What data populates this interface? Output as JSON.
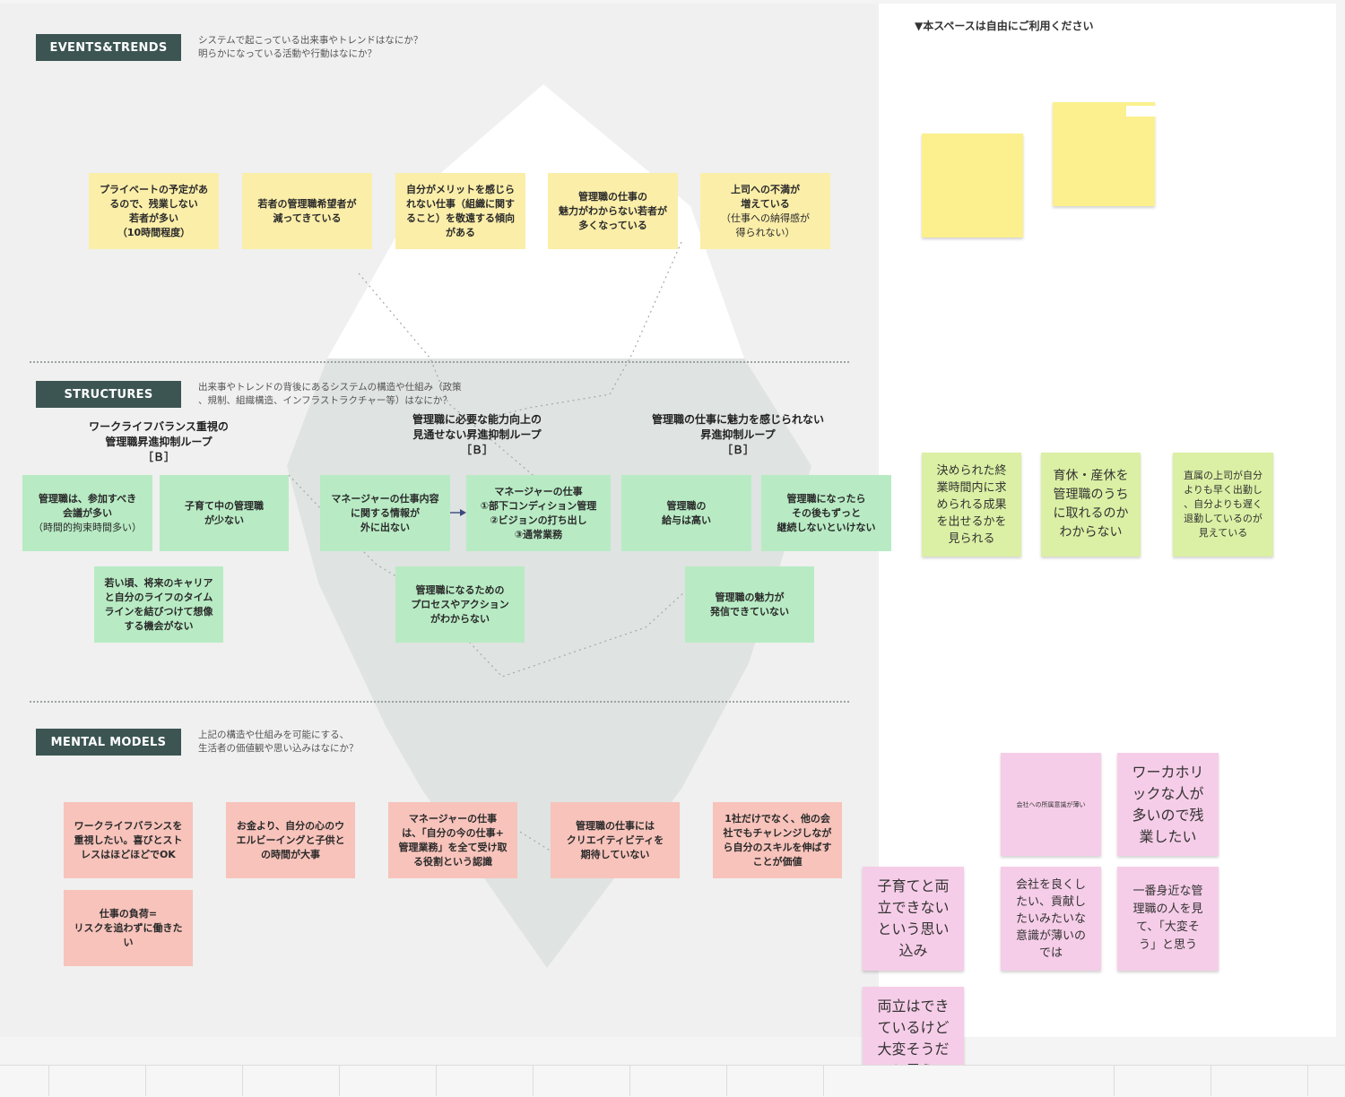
{
  "sections": {
    "events": {
      "tag": "EVENTS&TRENDS",
      "desc": "システムで起こっている出来事やトレンドはなにか？\n明らかになっている活動や行動はなにか？"
    },
    "structures": {
      "tag": "STRUCTURES",
      "desc": "出来事やトレンドの背後にあるシステムの構造や仕組み（政策\n、規制、組織構造、インフラストラクチャー等）はなにか？"
    },
    "mental": {
      "tag": "MENTAL MODELS",
      "desc": "上記の構造や仕組みを可能にする、\n生活者の価値観や思い込みはなにか？"
    }
  },
  "events_notes": [
    "プライベートの予定があ\nるので、残業しない\n若者が多い\n（10時間程度）",
    "若者の管理職希望者が\n減ってきている",
    "自分がメリットを感じら\nれない仕事（組織に関す\nること）を敬遠する傾向\nがある",
    "管理職の仕事の\n魅力がわからない若者が\n多くなっている",
    "上司への不満が\n増えている"
  ],
  "events_note5_sub": "（仕事への納得感が\n得られない）",
  "loops": {
    "loop1": "ワークライフバランス重視の\n管理職昇進抑制ループ\n［Ｂ］",
    "loop2": "管理職に必要な能力向上の\n見通せない昇進抑制ループ\n［Ｂ］",
    "loop3": "管理職の仕事に魅力を感じられない\n昇進抑制ループ\n［Ｂ］"
  },
  "structure_notes": {
    "n1_main": "管理職は、参加すべき\n会議が多い",
    "n1_sub": "（時間的拘束時間多い）",
    "n2": "子育て中の管理職\nが少ない",
    "n3": "若い頃、将来のキャリア\nと自分のライフのタイム\nラインを結びつけて想像\nする機会がない",
    "n4": "マネージャーの仕事内容\nに関する情報が\n外に出ない",
    "n5": "マネージャーの仕事\n①部下コンディション管理\n②ビジョンの打ち出し\n③通常業務",
    "n6": "管理職になるための\nプロセスやアクション\nがわからない",
    "n7": "管理職の\n給与は高い",
    "n8": "管理職になったら\nその後もずっと\n継続しないといけない",
    "n9": "管理職の魅力が\n発信できていない"
  },
  "mental_notes": [
    "ワークライフバランスを\n重視したい。喜びとスト\nレスはほどほどでOK",
    "お金より、自分の心のウ\nエルビーイングと子供と\nの時間が大事",
    "マネージャーの仕事\nは、「自分の今の仕事+\n管理業務」を全て受け取\nる役割という認識",
    "管理職の仕事には\nクリエイティビティを\n期待していない",
    "1社だけでなく、他の会\n社でもチャレンジしなが\nら自分のスキルを伸ばす\nことが価値",
    "仕事の負荷=\nリスクを追わずに働きた\nい"
  ],
  "free_space": {
    "label": "▼本スペースは自由にご利用ください",
    "lime": [
      "決められた終\n業時間内に求\nめられる成果\nを出せるかを\n見られる",
      "育休・産休を\n管理職のうち\nに取れるのか\nわからない",
      "直属の上司が自分\nよりも早く出勤し\n、自分よりも遅く\n退勤しているのが\n見えている"
    ],
    "pink": [
      "会社への所属意識が薄い",
      "ワーカホリ\nックな人が\n多いので残\n業したい",
      "子育てと両\n立できない\nという思い\n込み",
      "会社を良くし\nたい、貢献し\nたいみたいな\n意識が薄いの\nでは",
      "一番身近な管\n理職の人を見\nて、「大変そ\nう」と思う",
      "両立はでき\nているけど\n大変そうだ\nと思う"
    ]
  },
  "colors": {
    "tag": "#3c5553",
    "yellow": "#fbeea9",
    "green": "#b8ebc4",
    "red": "#f7c3bb",
    "pink": "#f6cde8",
    "lime": "#dbf0a4"
  }
}
